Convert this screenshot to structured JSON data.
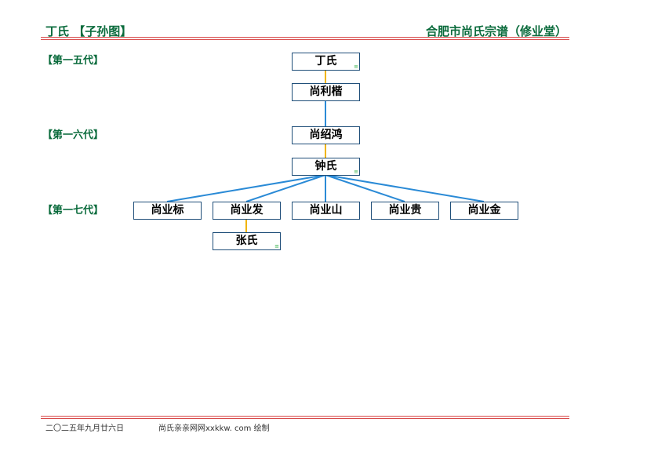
{
  "header": {
    "left": "丁氏 【子孙图】",
    "right": "合肥市尚氏宗谱（修业堂）"
  },
  "generations": [
    "【第一五代】",
    "【第一六代】",
    "【第一七代】"
  ],
  "nodes": {
    "ding": "丁氏",
    "shanglikai": "尚利楷",
    "shangshaohong": "尚绍鸿",
    "zhong": "钟氏",
    "shangyebiao": "尚业标",
    "shangyefa": "尚业发",
    "shangyeshan": "尚业山",
    "shangyegui": "尚业贵",
    "shangyejin": "尚业金",
    "zhang": "张氏"
  },
  "spouse_mark": "≡",
  "colors": {
    "header_green": "#0a6b3c",
    "rule_red": "#d84a4a",
    "box_border": "#1f4e79",
    "lineage_line": "#2a8ad6",
    "spouse_line": "#f0b400"
  },
  "footer": {
    "date": "二〇二五年九月廿六日",
    "site": "尚氏亲亲网网xxkkw. com 绘制"
  }
}
